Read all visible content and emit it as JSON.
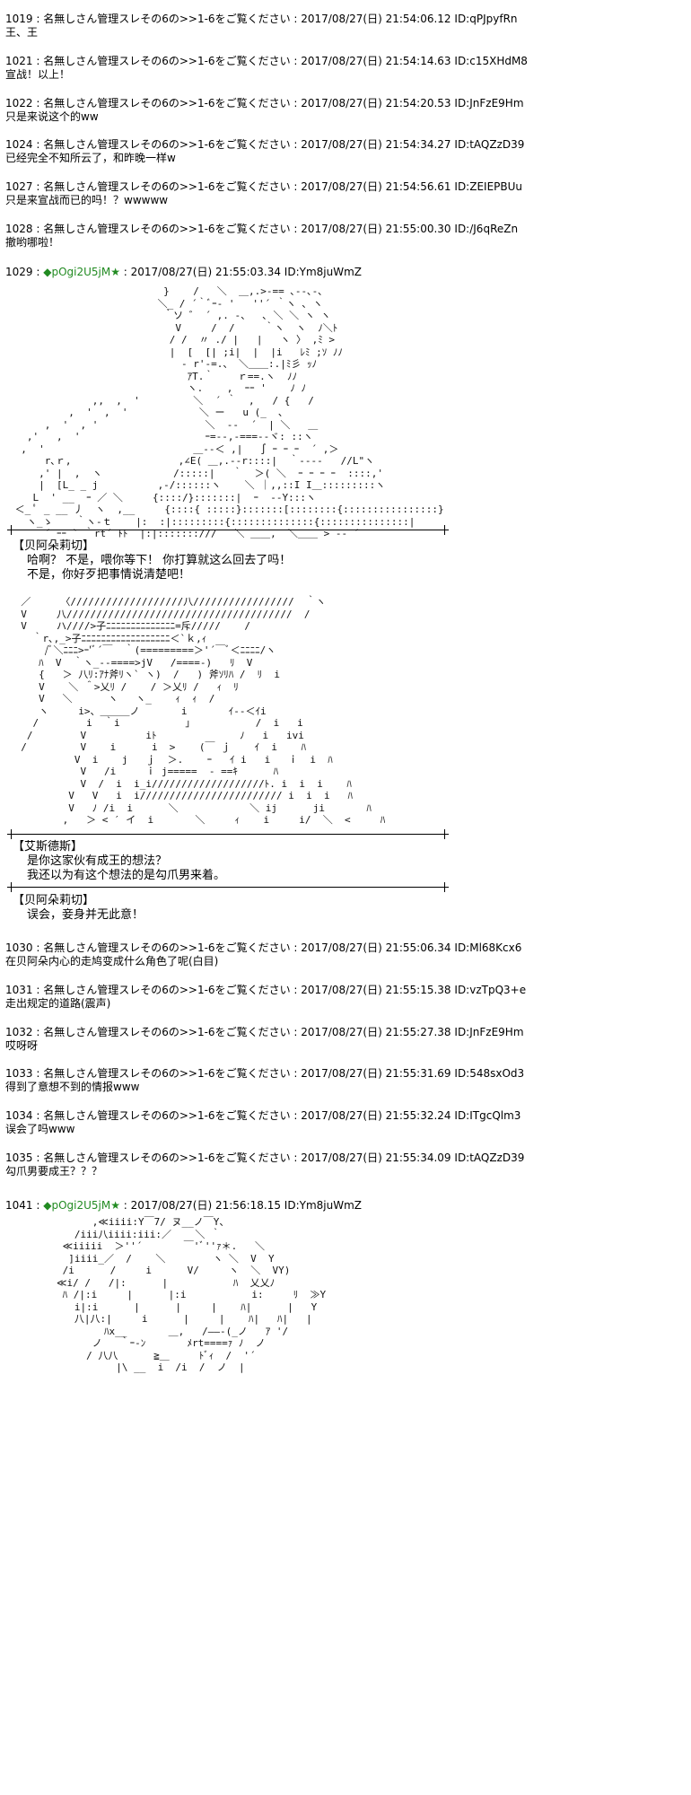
{
  "thread": {
    "board": "名無しさん管理スレその6の>>1-6をご覧ください",
    "sep": " : "
  },
  "posts": [
    {
      "num": "1019",
      "date": "2017/08/27(日) 21:54:06.12",
      "id": "ID:qPJpyfRn",
      "body": "王、王"
    },
    {
      "num": "1021",
      "date": "2017/08/27(日) 21:54:14.63",
      "id": "ID:c15XHdM8",
      "body": "宣战！以上！"
    },
    {
      "num": "1022",
      "date": "2017/08/27(日) 21:54:20.53",
      "id": "ID:JnFzE9Hm",
      "body": "只是来说这个的ww"
    },
    {
      "num": "1024",
      "date": "2017/08/27(日) 21:54:34.27",
      "id": "ID:tAQZzD39",
      "body": "已经完全不知所云了，和昨晚一样w"
    },
    {
      "num": "1027",
      "date": "2017/08/27(日) 21:54:56.61",
      "id": "ID:ZEIEPBUu",
      "body": "只是来宣战而已的吗！？wwwww"
    },
    {
      "num": "1028",
      "date": "2017/08/27(日) 21:55:00.30",
      "id": "ID:/J6qReZn",
      "body": "撤哟哪啦！"
    },
    {
      "num": "1029",
      "trip": "◆pOgi2U5jM★",
      "date": "2017/08/27(日) 21:55:03.34",
      "id": "ID:Ym8juWmZ"
    },
    {
      "num": "1030",
      "date": "2017/08/27(日) 21:55:06.34",
      "id": "ID:Ml68Kcx6",
      "body": "在贝阿朵内心的走鸠变成什么角色了呢(白目)"
    },
    {
      "num": "1031",
      "date": "2017/08/27(日) 21:55:15.38",
      "id": "ID:vzTpQ3+e",
      "body": "走出规定的道路(震声)"
    },
    {
      "num": "1032",
      "date": "2017/08/27(日) 21:55:27.38",
      "id": "ID:JnFzE9Hm",
      "body": "哎呀呀"
    },
    {
      "num": "1033",
      "date": "2017/08/27(日) 21:55:31.69",
      "id": "ID:548sxOd3",
      "body": "得到了意想不到的情报www"
    },
    {
      "num": "1034",
      "date": "2017/08/27(日) 21:55:32.24",
      "id": "ID:ITgcQlm3",
      "body": "误会了吗www"
    },
    {
      "num": "1035",
      "date": "2017/08/27(日) 21:55:34.09",
      "id": "ID:tAQZzD39",
      "body": "勾爪男要成王？？？"
    },
    {
      "num": "1041",
      "trip": "◆pOgi2U5jM★",
      "date": "2017/08/27(日) 21:56:18.15",
      "id": "ID:Ym8juWmZ"
    }
  ],
  "dialogue": {
    "d1": {
      "speaker": "【贝阿朵莉切】",
      "lines": [
        "哈啊？ 不是，喂你等下！ 你打算就这么回去了吗！",
        "不是，你好歹把事情说清楚吧！"
      ]
    },
    "d2": {
      "speaker": "【艾斯德斯】",
      "lines": [
        "是你这家伙有成王的想法？",
        "我还以为有这个想法的是勾爪男来着。"
      ]
    },
    "d3": {
      "speaker": "【贝阿朵莉切】",
      "lines": [
        "误会，妾身并无此意！"
      ]
    }
  },
  "aa": {
    "a1": "                          }    /   ＼  ＿,.>-== ､--､-､\n                         ＼_ / ´｀ﾞｰ- '   ''´ ｀ヽ ､ ヽ\n                          ｀ソ ゛ ´ ,. -、  ､ ＼ ＼ ヽ ヽ\n                            V     /  /     ｀ヽ  ヽ  ﾉ＼ﾄ\n                           / /  〃 ./ |   |   ヽ 〉 ,ﾐ >\n                           |  [  [| ;i|  |  |i   ﾚﾐ ;ｿ ﾉﾉ\n                             - r'-=.、 ＼＿＿:.|ﾐ彡 ｯﾉ\n                              ｱT.｀    ｒ==.ヽ  ﾉﾉ\n                              ヽ.    ,  ｰｰ '    ﾉ ﾉ\n              ,,  ,  '         ＼  ´ ｀  ,   / {   /\n          ,  '  ,  '            ＼ ー   u (_  ､\n      ,  '  , '                  ＼  --  ´  | ＼   ＿\n   ,'   ,  '                     ｰ=--,-===--ヾ: ::ヽ\n  ,  '                         ＿--＜ ,|   ∫ ｰ ｰ ｰ  ´ ,＞\n      r､ｒ,                  ,∠E( ＿,.--r::::|  ｀----   //L\"ヽ\n     ,' |  ,  ヽ            /:::::|   ｀  ＞( ＼  ｰ ｰ ｰ ｰ  ::::,'\n     |  [L_ _ j          ,-/::::::ヽ    ＼ ｜,,::I I＿:::::::::ヽ\n    L  ' __  ｰ ／ ＼     {::::/}:::::::|  ｰ  --Y:::ヽ\n ＜_ ﾟ _ __ 丿  ヽ  ,__     {::::{ :::::}:::::::[::::::::{::::::::::::::::}\n   ヽ_ゝ    ｀ヽ-ｔ    |:  :|:::::::::{::::::::::::::{:::::::::::::::|\n      ´ ｰｰ ` ｀rt´ ﾄﾄ  |:|:::::::///   ＼ ＿＿,  ＼＿＿ > -- ´",
    "a2": "  ／     〈///////////////////八/////////////////  ｀ヽ\n  V     八//////////////////////////////////////  /\n  V     ハ////>子ﾆﾆﾆﾆﾆﾆﾆﾆﾆﾆﾆﾆﾆﾆ=斥/////    /\n    ｀r､,_>子ﾆﾆﾆﾆﾆﾆﾆﾆﾆﾆﾆﾆﾆﾆﾆﾆﾆﾆ＜`ｋ,ｨ\n      /ﾞ＼ﾆﾆﾆ>ｰ'ﾞ´￣  ｀(=========＞'´￣ﾞ＜ﾆﾆﾆﾆ/ヽ\n     ﾊ  V  ｀ヽ_--====>jV   /====-)   ﾘ  V\n     {   ＞ 八ﾘ:ｱﾅ斧ﾘヽ` ヽ)  /   ) 斧ｿﾘﾊ /  ﾘ  i\n     V    ＼ ＾>乂ﾘ /    / ＞乂ﾘ /   ｨ  ﾘ\n     V   ＼      ヽ   ヽ_    ｨ  ｨ  /\n     ヽ     i>、＿＿＿ノ       i       ｲ--＜ｲi\n    /        i  ｀i           ｣           /  i   i\n   /        V          iﾄ              ﾉ   i   ivi\n  /         V    i      i  >    (￣ ｊ    ｲ  i    ﾊ\n           V  i    j   ｊ  ＞.    ｰ   ｲ i   i   ｉ  i  ﾊ\n            V   /i     ｉ j=====  - ==ｷ      ﾊ\n            V  /  i  i_i///////////////////ﾄ. i  i  i    ﾊ\n          V   V   i  i//////////////////////// i  i  i   ﾊ\n          V   ﾉ /i  i      ＼            ＼ ij      ji       ﾊ\n         ,   ＞ < ′ イ  i       ＼     ｨ    i     i/  ＼  <     ﾊ",
    "a3": "              ,≪iiii:Y￣7/ ヌ__ノ￣Y、\n           /iii八iiii:iii:／    ＼ ｀\n         ≪iiiii  ＞''´       ￣'ﾞ''ｧ＊.   ＼\n          ]iiii_／  /    ＼        ヽ ＼  V  Y\n         /i      /     i      V/     ヽ  ＼  VY)\n        ≪i/ /   /|:      |           ﾊ  乂乂ﾉ\n         ﾊ /|:i     |      |:i           i:     ﾘ  ≫Y\n           i|:i      |      |     |    ﾊ|      |   Y\n           八|八:|     i      |     |    ﾊ|   ﾊ|   |\n                ﾊx__       ＿,   /――-(_ノ   ｱ '/\n              ノ   ｀ｰ-ﾝ       ﾒrt====ｧ ﾉ  ノ\n             / 八八      ≧＿     ﾄﾞｨ  /  '´\n                  |\\ __  i  /i  /  ノ  |"
  }
}
